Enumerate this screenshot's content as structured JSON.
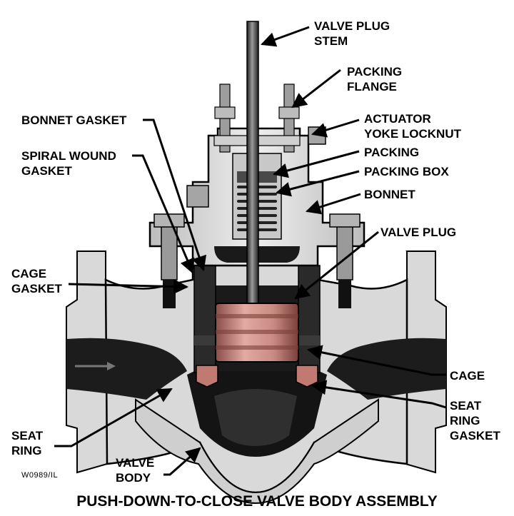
{
  "title": "PUSH-DOWN-TO-CLOSE VALVE BODY ASSEMBLY",
  "drawing_code": "W0989/IL",
  "labels": {
    "valve_plug_stem": "VALVE PLUG\nSTEM",
    "packing_flange": "PACKING\nFLANGE",
    "actuator_yoke_locknut": "ACTUATOR\nYOKE LOCKNUT",
    "packing": "PACKING",
    "packing_box": "PACKING BOX",
    "bonnet": "BONNET",
    "bonnet_gasket": "BONNET GASKET",
    "spiral_wound_gasket": "SPIRAL WOUND\nGASKET",
    "valve_plug": "VALVE PLUG",
    "cage_gasket": "CAGE\nGASKET",
    "cage": "CAGE",
    "seat_ring_gasket": "SEAT\nRING\nGASKET",
    "seat_ring": "SEAT\nRING",
    "valve_body": "VALVE\nBODY"
  },
  "colors": {
    "casting": "#d9d9d9",
    "flow_passage": "#1c1c1c",
    "valve_plug": "#c98a82",
    "seat_ring": "#c07a72",
    "outline": "#000000"
  }
}
